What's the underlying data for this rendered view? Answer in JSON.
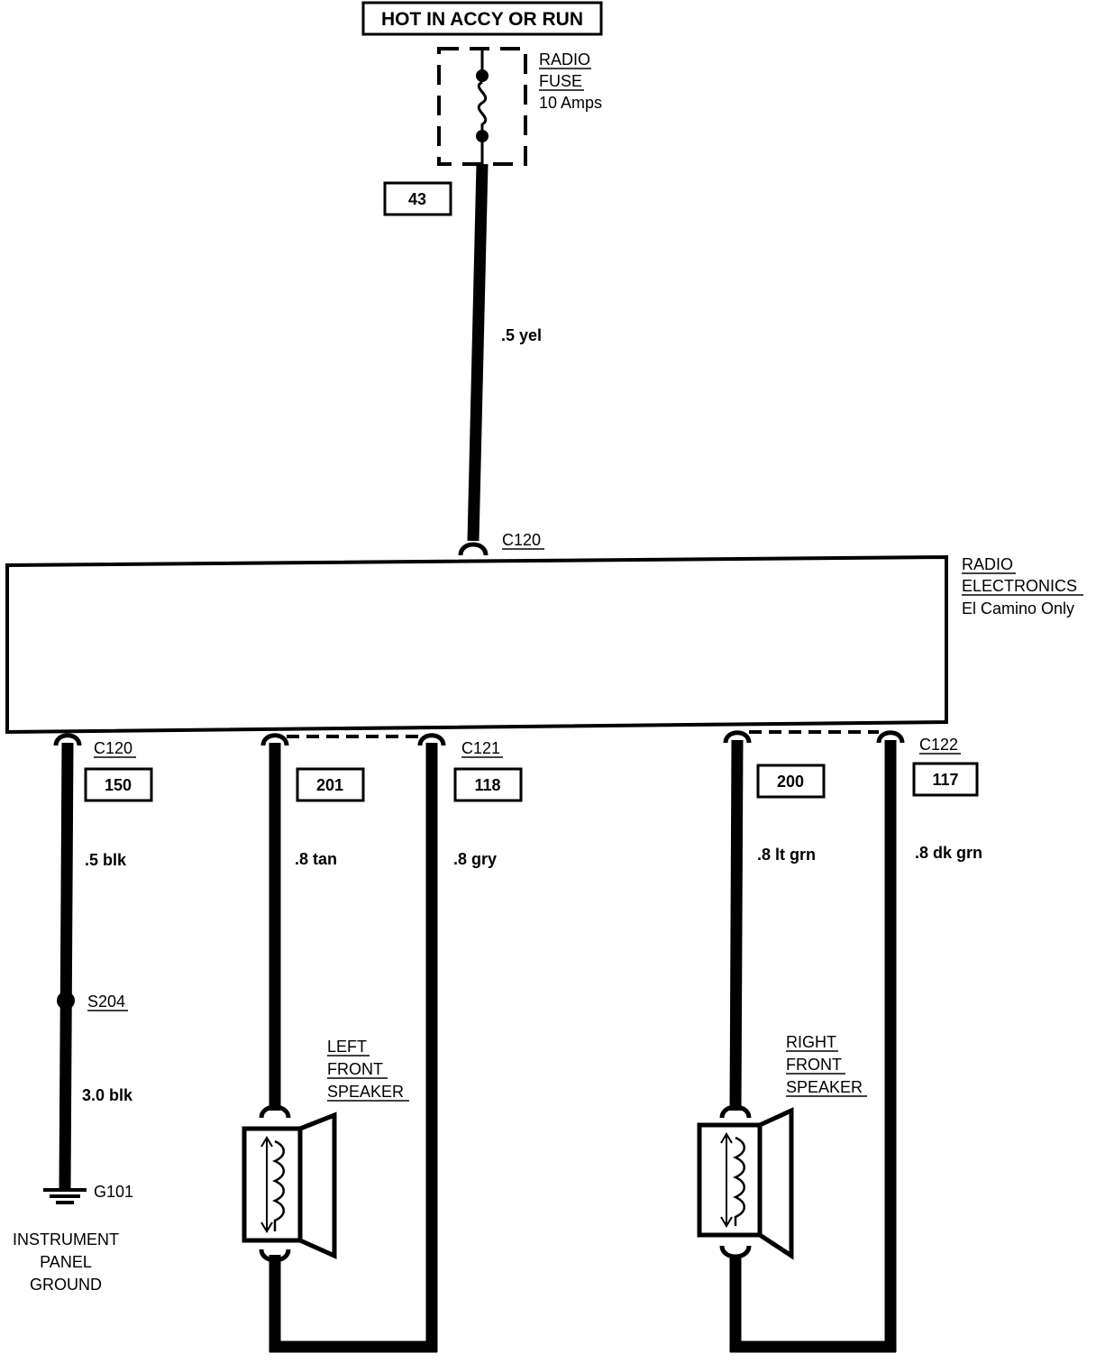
{
  "power_source": "HOT IN ACCY OR RUN",
  "fuse": {
    "line1": "RADIO",
    "line2": "FUSE",
    "rating": "10 Amps"
  },
  "module": {
    "line1": "RADIO",
    "line2": "ELECTRONICS",
    "note": "El Camino Only"
  },
  "connectors": {
    "c120_top": "C120",
    "c120_bottom": "C120",
    "c121": "C121",
    "c122": "C122"
  },
  "circuits": {
    "power": {
      "number": "43",
      "wire": ".5 yel"
    },
    "ground": {
      "number": "150",
      "wire": ".5 blk"
    },
    "left_tan": {
      "number": "201",
      "wire": ".8 tan"
    },
    "left_gry": {
      "number": "118",
      "wire": ".8 gry"
    },
    "right_ltgrn": {
      "number": "200",
      "wire": ".8 lt grn"
    },
    "right_dkgrn": {
      "number": "117",
      "wire": ".8 dk  grn"
    }
  },
  "splice": {
    "id": "S204",
    "wire_after": "3.0 blk"
  },
  "ground_point": {
    "id": "G101",
    "line1": "INSTRUMENT",
    "line2": "PANEL",
    "line3": "GROUND"
  },
  "left_speaker": {
    "line1": "LEFT",
    "line2": "FRONT",
    "line3": "SPEAKER"
  },
  "right_speaker": {
    "line1": "RIGHT",
    "line2": "FRONT",
    "line3": "SPEAKER"
  }
}
